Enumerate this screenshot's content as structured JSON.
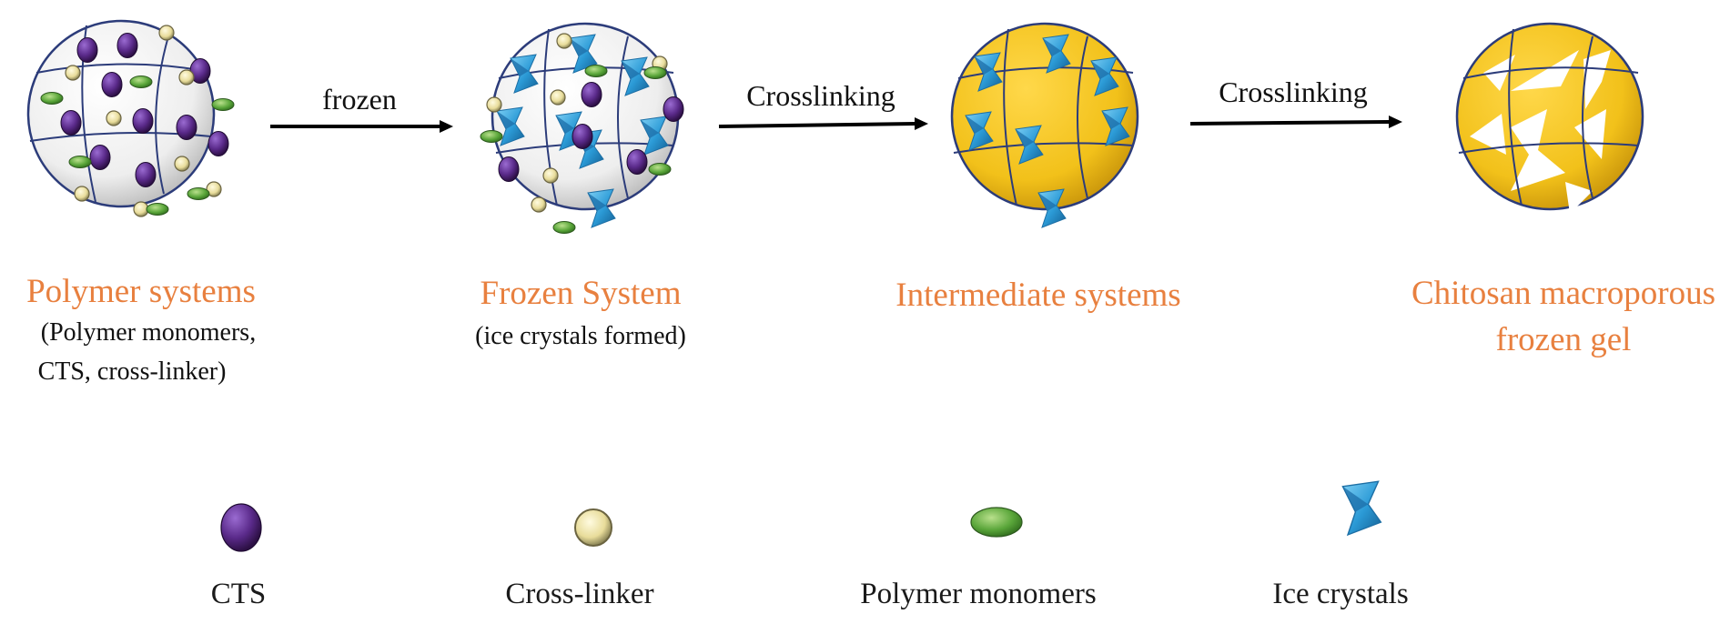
{
  "arrows": [
    {
      "label": "frozen"
    },
    {
      "label": "Crosslinking"
    },
    {
      "label": "Crosslinking"
    }
  ],
  "stages": [
    {
      "title_lines": [
        "Polymer systems"
      ],
      "sub_lines": [
        "(Polymer monomers,",
        "CTS, cross-linker)"
      ]
    },
    {
      "title_lines": [
        "Frozen System"
      ],
      "sub_lines": [
        "(ice crystals formed)"
      ]
    },
    {
      "title_lines": [
        "Intermediate systems"
      ],
      "sub_lines": []
    },
    {
      "title_lines": [
        "Chitosan macroporous",
        "frozen gel"
      ],
      "sub_lines": []
    }
  ],
  "legend": [
    {
      "label": "CTS",
      "icon": "cts-particle-icon"
    },
    {
      "label": "Cross-linker",
      "icon": "cross-linker-particle-icon"
    },
    {
      "label": "Polymer monomers",
      "icon": "polymer-monomer-particle-icon"
    },
    {
      "label": "Ice crystals",
      "icon": "ice-crystal-icon"
    }
  ],
  "colors": {
    "title": "#e8803f",
    "cts": "#5a2a8a",
    "cross_linker": "#e8dc9a",
    "monomer": "#5aa63a",
    "ice": "#2b9ad6",
    "gel": "#f2c11a",
    "sphere_outline": "#2c3c7a"
  }
}
